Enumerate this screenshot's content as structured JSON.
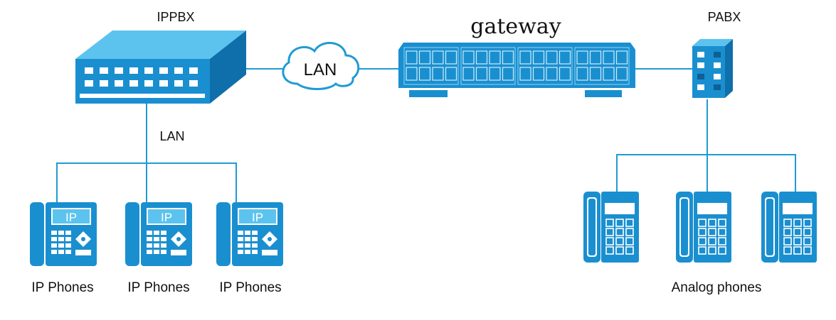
{
  "colors": {
    "device_blue": "#1a8fd0",
    "device_dark": "#0f6faa",
    "device_light": "#5cc3ef",
    "line": "#1f9bd3",
    "text": "#111111"
  },
  "labels": {
    "ippbx": "IPPBX",
    "gateway": "gateway",
    "pabx": "PABX",
    "cloud_lan": "LAN",
    "branch_lan": "LAN",
    "analog": "Analog phones"
  },
  "ip_phones": [
    {
      "screen": "IP",
      "label": "IP Phones"
    },
    {
      "screen": "IP",
      "label": "IP Phones"
    },
    {
      "screen": "IP",
      "label": "IP Phones"
    }
  ],
  "icons": [
    "ippbx-server-icon",
    "cloud-icon",
    "gateway-switch-icon",
    "pabx-device-icon",
    "ip-phone-icon",
    "analog-phone-icon"
  ]
}
